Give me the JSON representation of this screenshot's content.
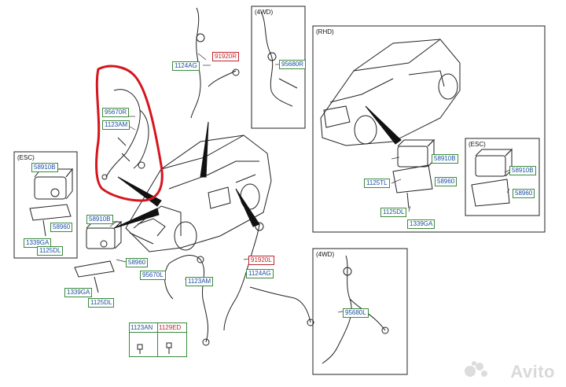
{
  "colors": {
    "label_text": "#1c4fa0",
    "label_border": "#3a8a3a",
    "highlight_red": "#c0242b",
    "line": "#222222"
  },
  "boxes": {
    "esc_left": "(ESC)",
    "fwd4_top": "(4WD)",
    "rhd": "(RHD)",
    "esc_right": "(ESC)",
    "fwd4_bottom": "(4WD)"
  },
  "labels": {
    "l58910b_esc": "58910B",
    "l58960_esc": "58960",
    "l1339ga_esc": "1339GA",
    "l1125dl_esc": "1125DL",
    "l95670r": "95670R",
    "l1123am_top": "1123AM",
    "l1124ag_top": "1124AG",
    "l91920r": "91920R",
    "l95680r": "95680R",
    "l58910b_main": "58910B",
    "l58960_main": "58960",
    "l1339ga_main": "1339GA",
    "l1125dl_main": "1125DL",
    "l95670l": "95670L",
    "l1123am_bottom": "1123AM",
    "l91920l": "91920L",
    "l1124ag_bottom": "1124AG",
    "l95680l": "95680L",
    "l58910b_rhd": "58910B",
    "l1125tl_rhd": "1125TL",
    "l58960_rhd": "58960",
    "l1125dl_rhd": "1125DL",
    "l1339ga_rhd": "1339GA",
    "l58910b_esc_r": "58910B",
    "l58960_esc_r": "58960"
  },
  "parts_table": {
    "col1": "1123AN",
    "col2": "1129ED"
  },
  "watermark": "Avito"
}
